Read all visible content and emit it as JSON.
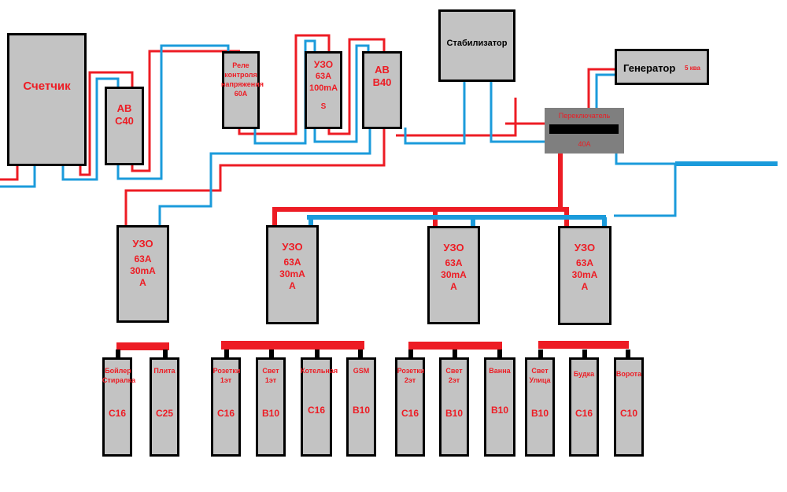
{
  "colors": {
    "phase": "#ed1c24",
    "neutral": "#1b9bdb",
    "box": "#c3c3c3",
    "outline": "#000000",
    "switch_window": "#000000"
  },
  "meter": {
    "label": "Счетчик"
  },
  "main_breaker": {
    "l1": "АВ",
    "l2": "С40"
  },
  "voltage_relay": {
    "l1": "Реле",
    "l2": "контроля",
    "l3": "напряжения",
    "l4": "60А"
  },
  "main_rcd": {
    "l1": "УЗО",
    "l2": "63А",
    "l3": "100mA",
    "l4": "S"
  },
  "breaker_b40": {
    "l1": "АВ",
    "l2": "В40"
  },
  "stabilizer": {
    "label": "Стабилизатор"
  },
  "generator": {
    "label": "Генератор",
    "power": "5 ква"
  },
  "switch": {
    "label": "Переключатель",
    "rating": "40А"
  },
  "rcds": [
    {
      "l1": "УЗО",
      "l2": "63А",
      "l3": "30mA",
      "l4": "A"
    },
    {
      "l1": "УЗО",
      "l2": "63А",
      "l3": "30mA",
      "l4": "A"
    },
    {
      "l1": "УЗО",
      "l2": "63А",
      "l3": "30mA",
      "l4": "A"
    },
    {
      "l1": "УЗО",
      "l2": "63А",
      "l3": "30mA",
      "l4": "A"
    }
  ],
  "circuits": [
    {
      "name1": "Бойлер",
      "name2": "Стиралка",
      "rating": "С16"
    },
    {
      "name1": "Плита",
      "name2": "",
      "rating": "С25"
    },
    {
      "name1": "Розетки",
      "name2": "1эт",
      "rating": "С16"
    },
    {
      "name1": "Свет",
      "name2": "1эт",
      "rating": "В10"
    },
    {
      "name1": "Котельная",
      "name2": "",
      "rating": "С16"
    },
    {
      "name1": "GSM",
      "name2": "",
      "rating": "В10"
    },
    {
      "name1": "Розетки",
      "name2": "2эт",
      "rating": "С16"
    },
    {
      "name1": "Свет",
      "name2": "2эт",
      "rating": "В10"
    },
    {
      "name1": "Ванна",
      "name2": "",
      "rating": "В10"
    },
    {
      "name1": "Свет",
      "name2": "Улица",
      "rating": "В10"
    },
    {
      "name1": "Будка",
      "name2": "",
      "rating": "С16"
    },
    {
      "name1": "Ворота",
      "name2": "",
      "rating": "С10"
    }
  ]
}
